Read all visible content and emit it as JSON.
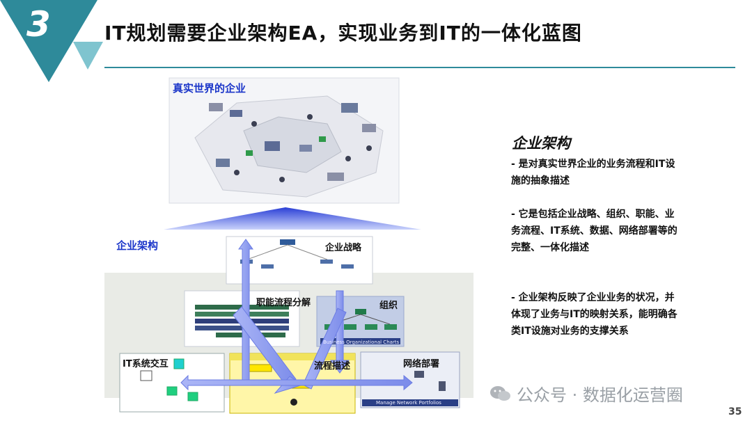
{
  "header": {
    "badge_number": "3",
    "title": "IT规划需要企业架构EA，实现业务到IT的一体化蓝图"
  },
  "diagram": {
    "real_world_label": "真实世界的企业",
    "ea_label": "企业架构",
    "strategy_label": "企业战略",
    "function_process_label": "职能流程分解",
    "org_label": "组织",
    "it_interaction_label": "IT系统交互",
    "process_desc_label": "流程描述",
    "network_label": "网络部署",
    "org_chart_caption": "Business Organizational Charts",
    "network_caption": "Manage Network Portfolios"
  },
  "panel": {
    "heading": "企业架构",
    "bullets": [
      "- 是对真实世界企业的业务流程和IT设施的抽象描述",
      "- 它是包括企业战略、组织、职能、业务流程、IT系统、数据、网络部署等的完整、一体化描述",
      "- 企业架构反映了企业业务的状况，并体现了业务与IT的映射关系，能明确各类IT设施对业务的支撑关系"
    ]
  },
  "footer": {
    "watermark": "公众号 · 数据化运营圈",
    "page_number": "35"
  },
  "colors": {
    "teal": "#2e8a9a",
    "blue_label": "#1a35c9",
    "arrow_fill": "#8f9ef0"
  }
}
